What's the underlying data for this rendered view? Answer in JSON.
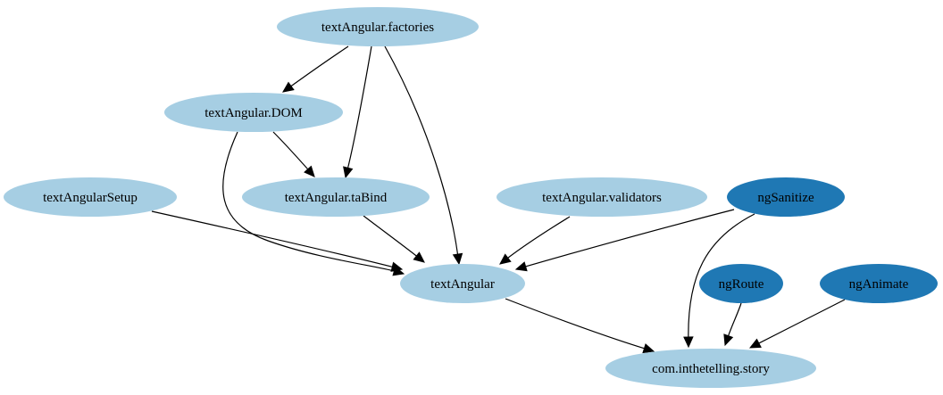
{
  "colors": {
    "light_node": "#a6cee3",
    "dark_node": "#1f78b4",
    "edge": "#000000",
    "background": "#ffffff"
  },
  "nodes": [
    {
      "id": "factories",
      "label": "textAngular.factories",
      "style": "light"
    },
    {
      "id": "dom",
      "label": "textAngular.DOM",
      "style": "light"
    },
    {
      "id": "setup",
      "label": "textAngularSetup",
      "style": "light"
    },
    {
      "id": "tabind",
      "label": "textAngular.taBind",
      "style": "light"
    },
    {
      "id": "validators",
      "label": "textAngular.validators",
      "style": "light"
    },
    {
      "id": "ngsanitize",
      "label": "ngSanitize",
      "style": "dark"
    },
    {
      "id": "textangular",
      "label": "textAngular",
      "style": "light"
    },
    {
      "id": "ngroute",
      "label": "ngRoute",
      "style": "dark"
    },
    {
      "id": "nganimate",
      "label": "ngAnimate",
      "style": "dark"
    },
    {
      "id": "story",
      "label": "com.inthetelling.story",
      "style": "light"
    }
  ],
  "edges": [
    {
      "from": "factories",
      "to": "dom"
    },
    {
      "from": "factories",
      "to": "tabind"
    },
    {
      "from": "factories",
      "to": "textangular"
    },
    {
      "from": "dom",
      "to": "tabind"
    },
    {
      "from": "dom",
      "to": "textangular"
    },
    {
      "from": "setup",
      "to": "textangular"
    },
    {
      "from": "tabind",
      "to": "textangular"
    },
    {
      "from": "validators",
      "to": "textangular"
    },
    {
      "from": "ngsanitize",
      "to": "textangular"
    },
    {
      "from": "ngsanitize",
      "to": "story"
    },
    {
      "from": "textangular",
      "to": "story"
    },
    {
      "from": "ngroute",
      "to": "story"
    },
    {
      "from": "nganimate",
      "to": "story"
    }
  ]
}
